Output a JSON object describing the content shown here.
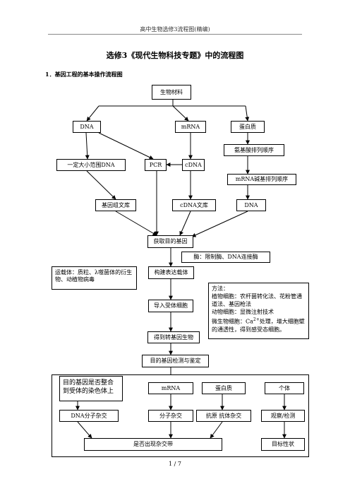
{
  "header": {
    "text": "高中生物选修3流程图(精编)"
  },
  "title": "选修3《现代生物科技专题》中的流程图",
  "section1": "1．基因工程的基本操作流程图",
  "nodes": {
    "material": "生物材料",
    "dna": "DNA",
    "mrna": "mRNA",
    "protein": "蛋白质",
    "aa_seq": "氨基酸排列顺序",
    "dna_range": "一定大小范围DNA",
    "pcr": "PCR",
    "cdna": "cDNA",
    "mrna_seq": "mRNA碱基排列顺序",
    "genomic_lib": "基因组文库",
    "cdna_lib": "cDNA文库",
    "dna2": "DNA",
    "get_gene": "获取目的基因",
    "enzymes": "酶：限制酶、DNA连接酶",
    "vector_note": "运载体：质粒、λ噬菌体的衍生物、动植物病毒",
    "build_vector": "构建表达载体",
    "methods_title": "方法：",
    "methods_plant": "植物细胞：农杆菌转化法、花粉管通道法、基因枪法",
    "methods_animal": "动物细胞：显微注射技术",
    "methods_microbe_a": "微生物细胞：Ca",
    "methods_microbe_sup": "2+",
    "methods_microbe_b": "处理，增大细胞壁的通透性，得到感受态细胞。",
    "import_cell": "导入受体细胞",
    "transgenic": "得到转基因生物",
    "detect": "目的基因检测与鉴定",
    "integrated": "目的基因是否整合到受体的染色体上",
    "mrna2": "mRNA",
    "protein2": "蛋白质",
    "individual": "个体",
    "dna_hyb": "DNA分子杂交",
    "mol_hyb": "分子杂交",
    "antigen": "抗原 抗体杂交",
    "observe": "观察/检测",
    "band": "是否出现杂交带",
    "trait": "目标性状"
  },
  "footer": {
    "page": "1 / 7"
  }
}
